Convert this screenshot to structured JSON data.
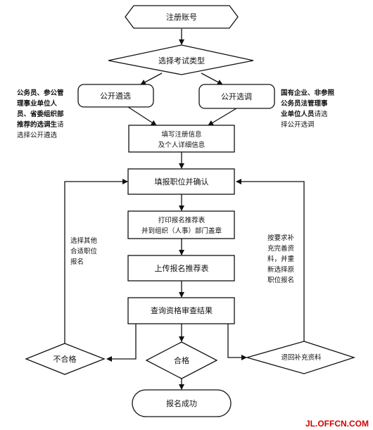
{
  "nodes": {
    "register": "注册账号",
    "select_type": "选择考试类型",
    "open_selection": "公开遴选",
    "open_transfer": "公开选调",
    "fill_info_line1": "填写注册信息",
    "fill_info_line2": "及个人详细信息",
    "fill_position": "填报职位并确认",
    "print_line1": "打印报名推荐表",
    "print_line2": "并到组织（人事）部门盖章",
    "upload": "上传报名推荐表",
    "query": "查询资格审查结果",
    "fail": "不合格",
    "pass": "合格",
    "return": "退回补充资料",
    "success": "报名成功"
  },
  "notes": {
    "left_bold": [
      "公务员、参公管",
      "理事业单位人",
      "员、省委组织部",
      "推荐的选调生"
    ],
    "left_tail_inline": "请",
    "left_tail": "选择公开遴选",
    "right_bold": [
      "国有企业、非参照",
      "公务员法管理事",
      "业单位人员"
    ],
    "right_tail_inline": "请选",
    "right_tail": "择公开选调",
    "fail_loop": [
      "选择其他",
      "合适职位",
      "报名"
    ],
    "return_loop": [
      "按要求补",
      "充完善资",
      "料，并重",
      "新选择原",
      "职位报名"
    ]
  },
  "watermark": "JL.OFFCN.COM"
}
